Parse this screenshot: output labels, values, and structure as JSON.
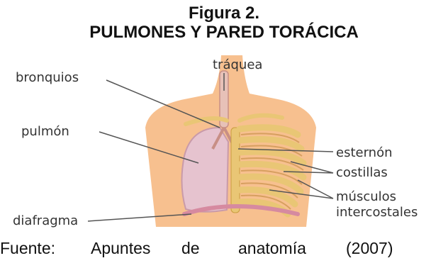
{
  "figure": {
    "number": "Figura 2.",
    "title": "PULMONES Y PARED TORÁCICA"
  },
  "labels": {
    "trachea": "tráquea",
    "bronchi": "bronquios",
    "lung": "pulmón",
    "sternum": "esternón",
    "ribs": "costillas",
    "muscles_line1": "músculos",
    "muscles_line2": "intercostales",
    "diaphragm": "diafragma"
  },
  "source": {
    "w1": "Fuente:",
    "w2": "Apuntes",
    "w3": "de",
    "w4": "anatomía",
    "w5": "(2007)"
  },
  "colors": {
    "skin": "#f7c08f",
    "lung": "#e6c3cf",
    "bone": "#e9c675",
    "muscle": "#d79f5f",
    "leader_line": "#555555"
  }
}
